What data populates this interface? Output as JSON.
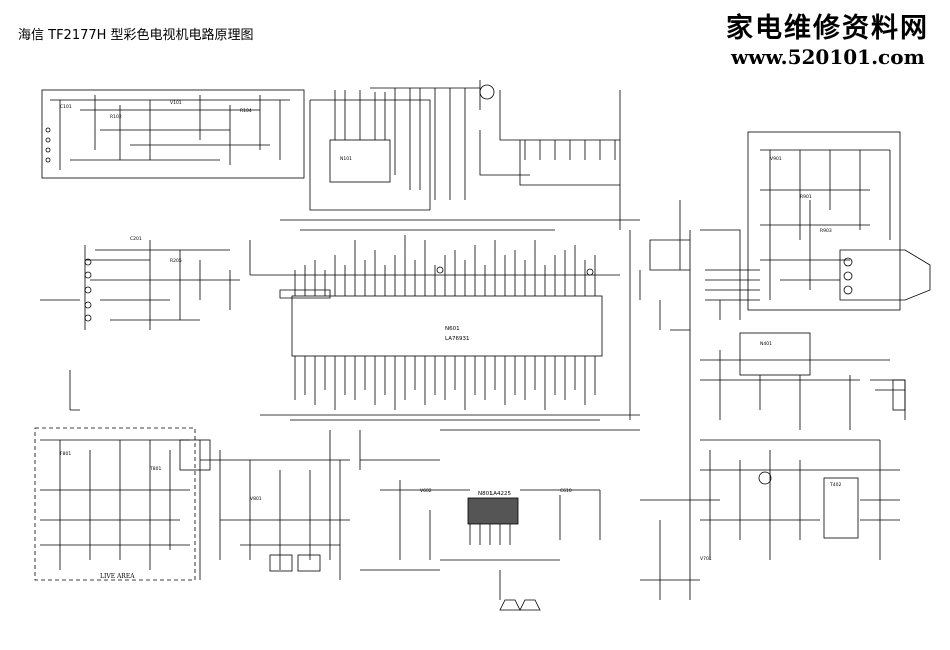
{
  "title": "海信 TF2177H 型彩色电视机电路原理图",
  "watermark": {
    "site_name": "家电维修资料网",
    "url": "www.520101.com"
  },
  "labels": {
    "main_ic_ref": "N601",
    "main_ic_part": "LA76931",
    "live_area": "LIVE AREA",
    "ic_ref_tuner": "N801",
    "ic_part_tuner": "LA4225"
  },
  "colors": {
    "line": "#000000",
    "background": "#ffffff"
  }
}
